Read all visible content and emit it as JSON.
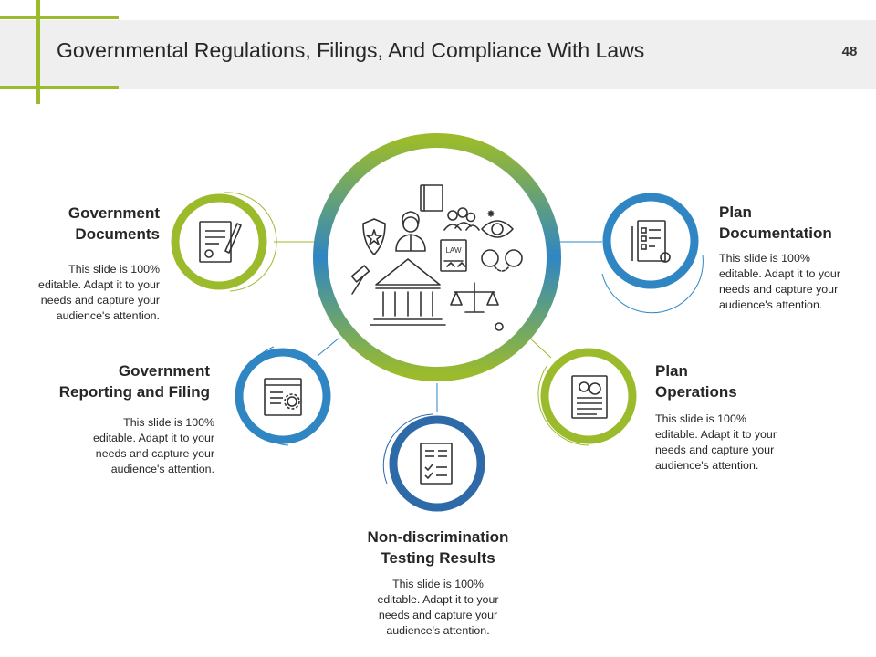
{
  "header": {
    "title": "Governmental Regulations, Filings, And Compliance With Laws",
    "slide_number": "48",
    "accent_color": "#9bbb2c",
    "band_color": "#efefef"
  },
  "center": {
    "icon": "law-and-justice-icon-cluster",
    "badge_text": "LAW"
  },
  "items": [
    {
      "title_line1": "Government",
      "title_line2": "Documents",
      "body_line1": "This slide is 100%",
      "body_line2": "editable. Adapt it to your",
      "body_line3": "needs and capture your",
      "body_line4": "audience's attention.",
      "icon": "signed-document-icon",
      "ring_color": "#9bbb2c"
    },
    {
      "title_line1": "Government",
      "title_line2": "Reporting and Filing",
      "body_line1": "This slide is 100%",
      "body_line2": "editable. Adapt it to your",
      "body_line3": "needs and capture your",
      "body_line4": "audience's attention.",
      "icon": "browser-settings-icon",
      "ring_color": "#2f86c3"
    },
    {
      "title_line1": "Non-discrimination",
      "title_line2": "Testing Results",
      "body_line1": "This slide is 100%",
      "body_line2": "editable. Adapt it to your",
      "body_line3": "needs and capture your",
      "body_line4": "audience's attention.",
      "icon": "checklist-document-icon",
      "ring_color": "#2e6aa8"
    },
    {
      "title_line1": "Plan",
      "title_line2": "Operations",
      "body_line1": "This slide is 100%",
      "body_line2": "editable. Adapt it to your",
      "body_line3": "needs and capture your",
      "body_line4": "audience's attention.",
      "icon": "document-gears-icon",
      "ring_color": "#9bbb2c"
    },
    {
      "title_line1": "Plan",
      "title_line2": "Documentation",
      "body_line1": "This slide is 100%",
      "body_line2": "editable. Adapt it to your",
      "body_line3": "needs and capture your",
      "body_line4": "audience's attention.",
      "icon": "clipboard-checklist-gear-icon",
      "ring_color": "#2f86c3"
    }
  ]
}
